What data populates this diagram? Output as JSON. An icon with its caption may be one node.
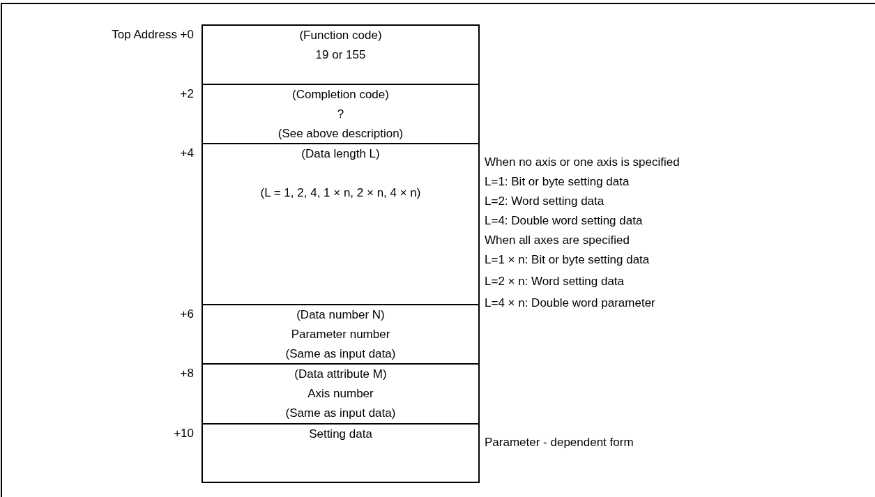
{
  "diagram": {
    "nodes": [
      {
        "text": [
          "(Function code)",
          "19 or 155"
        ],
        "beside": [
          "Top Address +0"
        ]
      },
      {
        "text": [
          "(Completion code)",
          "?",
          "(See above description)"
        ],
        "beside": [
          "+2"
        ]
      },
      {
        "text": [
          "(Data length L)",
          "(L = 1, 2, 4, 1 × n, 2 × n, 4 × n)"
        ],
        "beside": [
          "+4",
          "When no axis or one axis is specified",
          "L=1: Bit or byte setting data",
          "L=2: Word setting data",
          "L=4: Double word setting data",
          "When all axes are specified",
          "L=1 × n: Bit or byte setting data",
          "L=2 × n: Word setting data",
          "L=4 × n: Double word parameter"
        ]
      },
      {
        "text": [
          "(Data number N)",
          "Parameter number",
          "(Same as input data)"
        ],
        "beside": [
          "+6"
        ]
      },
      {
        "text": [
          "(Data attribute M)",
          "Axis number",
          "(Same as input data)"
        ],
        "beside": [
          "+8"
        ]
      },
      {
        "text": [
          "Setting data"
        ],
        "beside": [
          "+10",
          "Parameter - dependent form"
        ]
      }
    ]
  }
}
